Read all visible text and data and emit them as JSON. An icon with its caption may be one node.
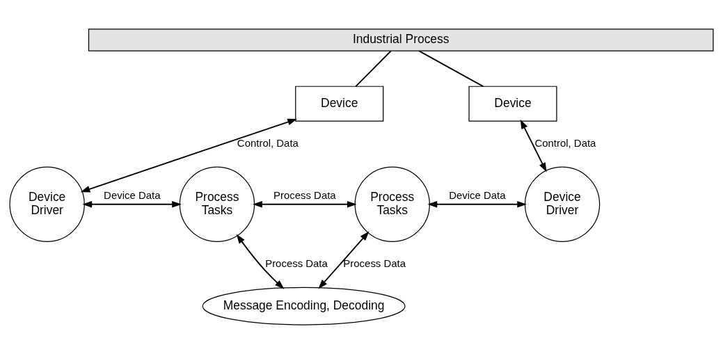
{
  "diagram": {
    "nodes": [
      {
        "text": [
          "Industrial Process"
        ]
      },
      {
        "text": [
          "Device"
        ]
      },
      {
        "text": [
          "Device"
        ]
      },
      {
        "text": [
          "Device Driver"
        ]
      },
      {
        "text": [
          "Process Tasks"
        ]
      },
      {
        "text": [
          "Process Tasks"
        ]
      },
      {
        "text": [
          "Device Driver"
        ]
      },
      {
        "text": [
          "Message Encoding, Decoding"
        ]
      }
    ],
    "edges": [
      {
        "from": 0,
        "to": 1,
        "arrow": "none"
      },
      {
        "from": 0,
        "to": 2,
        "arrow": "none"
      },
      {
        "from": 1,
        "to": 3,
        "arrow": "both",
        "label": "Control, Data"
      },
      {
        "from": 2,
        "to": 6,
        "arrow": "both",
        "label": "Control, Data"
      },
      {
        "from": 3,
        "to": 4,
        "arrow": "both",
        "label": "Device Data"
      },
      {
        "from": 4,
        "to": 5,
        "arrow": "both",
        "label": "Process Data"
      },
      {
        "from": 6,
        "to": 5,
        "arrow": "both",
        "label": "Device Data"
      },
      {
        "from": 4,
        "to": 7,
        "arrow": "both",
        "label": "Process Data"
      },
      {
        "from": 5,
        "to": 7,
        "arrow": "both",
        "label": "Process Data"
      }
    ]
  }
}
